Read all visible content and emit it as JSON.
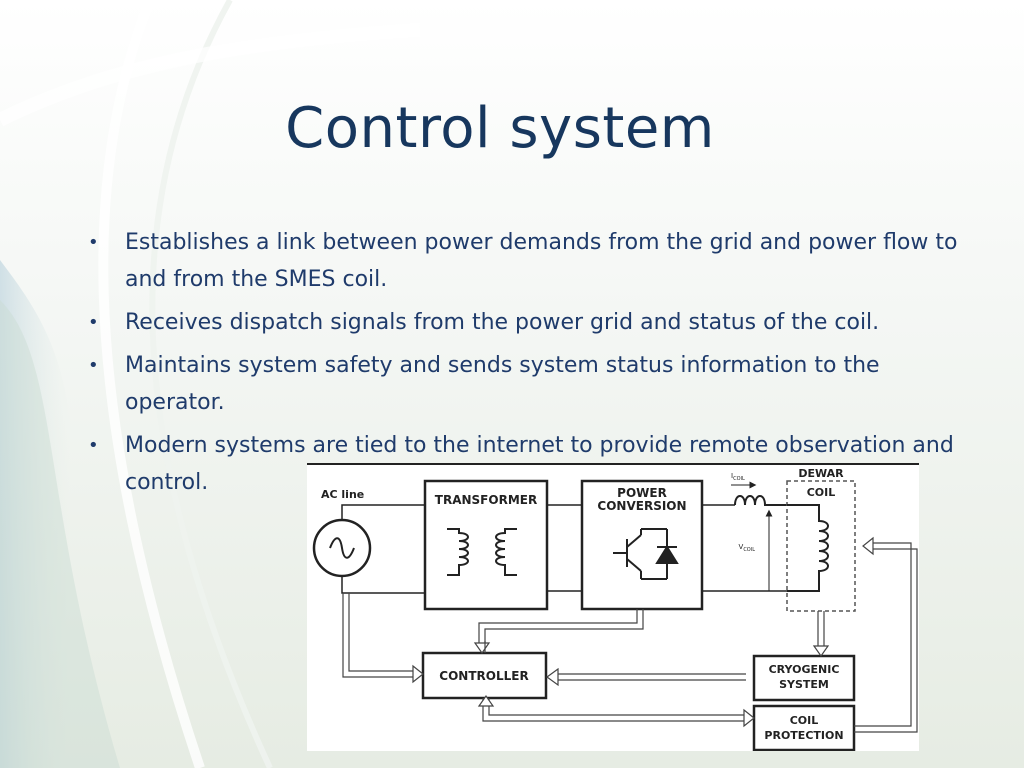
{
  "slide": {
    "title": "Control system",
    "bullets": [
      "Establishes a link between power demands from the grid and power flow to and from the SMES coil.",
      "Receives dispatch signals from the power grid and status of the coil.",
      "Maintains system safety and sends system status information to the operator.",
      "Modern systems are tied to the internet to provide remote observation and control."
    ],
    "bullet_glyph": "•",
    "colors": {
      "title": "#17375e",
      "text": "#1f3b6b",
      "diagram_line": "#222222"
    }
  },
  "diagram": {
    "ac_line": "AC line",
    "transformer": "TRANSFORMER",
    "power_conversion_1": "POWER",
    "power_conversion_2": "CONVERSION",
    "dewar": "DEWAR",
    "coil": "COIL",
    "i_coil": "I",
    "i_coil_sub": "COIL",
    "v_coil": "V",
    "v_coil_sub": "COIL",
    "controller": "CONTROLLER",
    "cryogenic_1": "CRYOGENIC",
    "cryogenic_2": "SYSTEM",
    "coil_protection_1": "COIL",
    "coil_protection_2": "PROTECTION"
  }
}
